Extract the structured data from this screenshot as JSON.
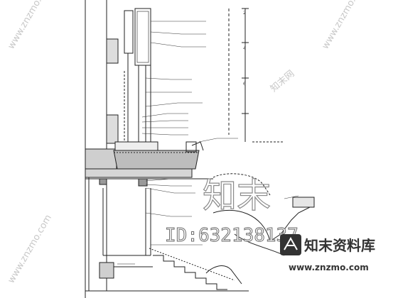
{
  "drawing": {
    "callouts_upper": [
      "",
      "",
      "",
      "",
      ""
    ],
    "callouts_mid": [
      "",
      "",
      "",
      "",
      "",
      "",
      ""
    ],
    "callouts_lower": [
      "",
      "",
      "",
      "",
      "",
      ""
    ],
    "dimension_marks": [
      "2",
      "4",
      "6"
    ]
  },
  "watermarks": {
    "big_cn": "知末",
    "id_text": "ID:632138137",
    "side_url_left": "www.znzmo.com",
    "side_url_top": "www.znzmo.com",
    "side_url_right": "www.znzmo.com",
    "side_cn_right": "知末网",
    "brand_cn": "知末资料库",
    "brand_url": "www.znzmo.com"
  },
  "colors": {
    "line": "#222222",
    "hatch": "#555555",
    "watermark": "#8a8a8a"
  }
}
